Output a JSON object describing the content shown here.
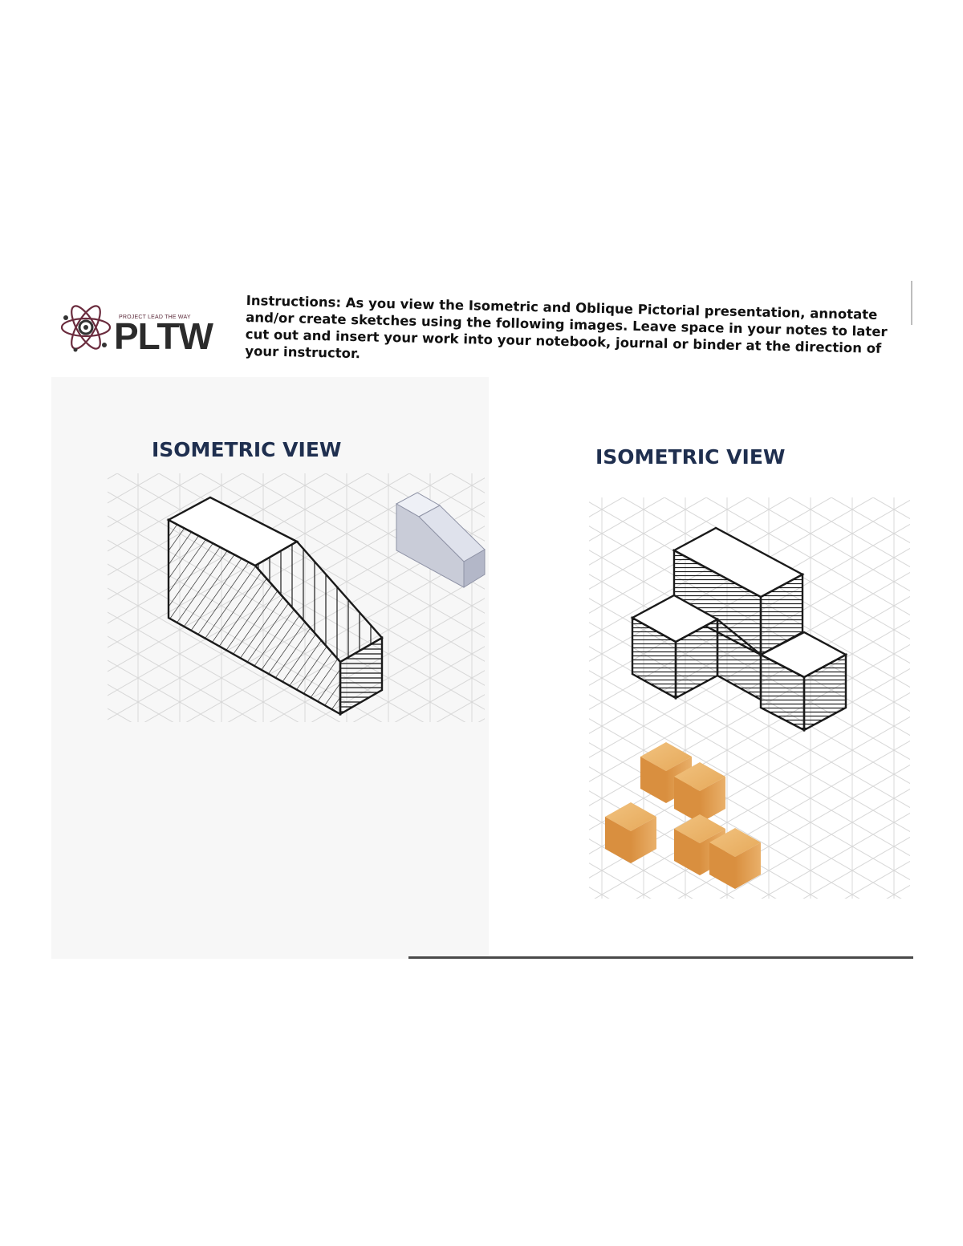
{
  "header": {
    "logo": {
      "tagline": "PROJECT LEAD THE WAY",
      "wordmark": "PLTW",
      "accent_color": "#6a2b3d"
    },
    "instructions": "Instructions:  As you view the Isometric and Oblique Pictorial presentation, annotate and/or create sketches using the following images.  Leave space in your notes to later cut out and insert your work into your notebook, journal or binder at the direction of your instructor."
  },
  "panels": {
    "left": {
      "title": "ISOMETRIC VIEW",
      "content": "hand sketch of an isometric block with a sloped face beside a gray 3D reference model on an isometric grid"
    },
    "right": {
      "title": "ISOMETRIC VIEW",
      "content": "hand sketch of three stacked isometric blocks above a wooden 3D cube-assembly reference on an isometric grid"
    }
  },
  "colors": {
    "title": "#1f2f4f",
    "grid": "#d8d8d8",
    "grid_red": "#e8a0a0",
    "sketch": "#1a1a1a",
    "model_gray": "#c9ccd8",
    "wood": "#e6a95a"
  }
}
